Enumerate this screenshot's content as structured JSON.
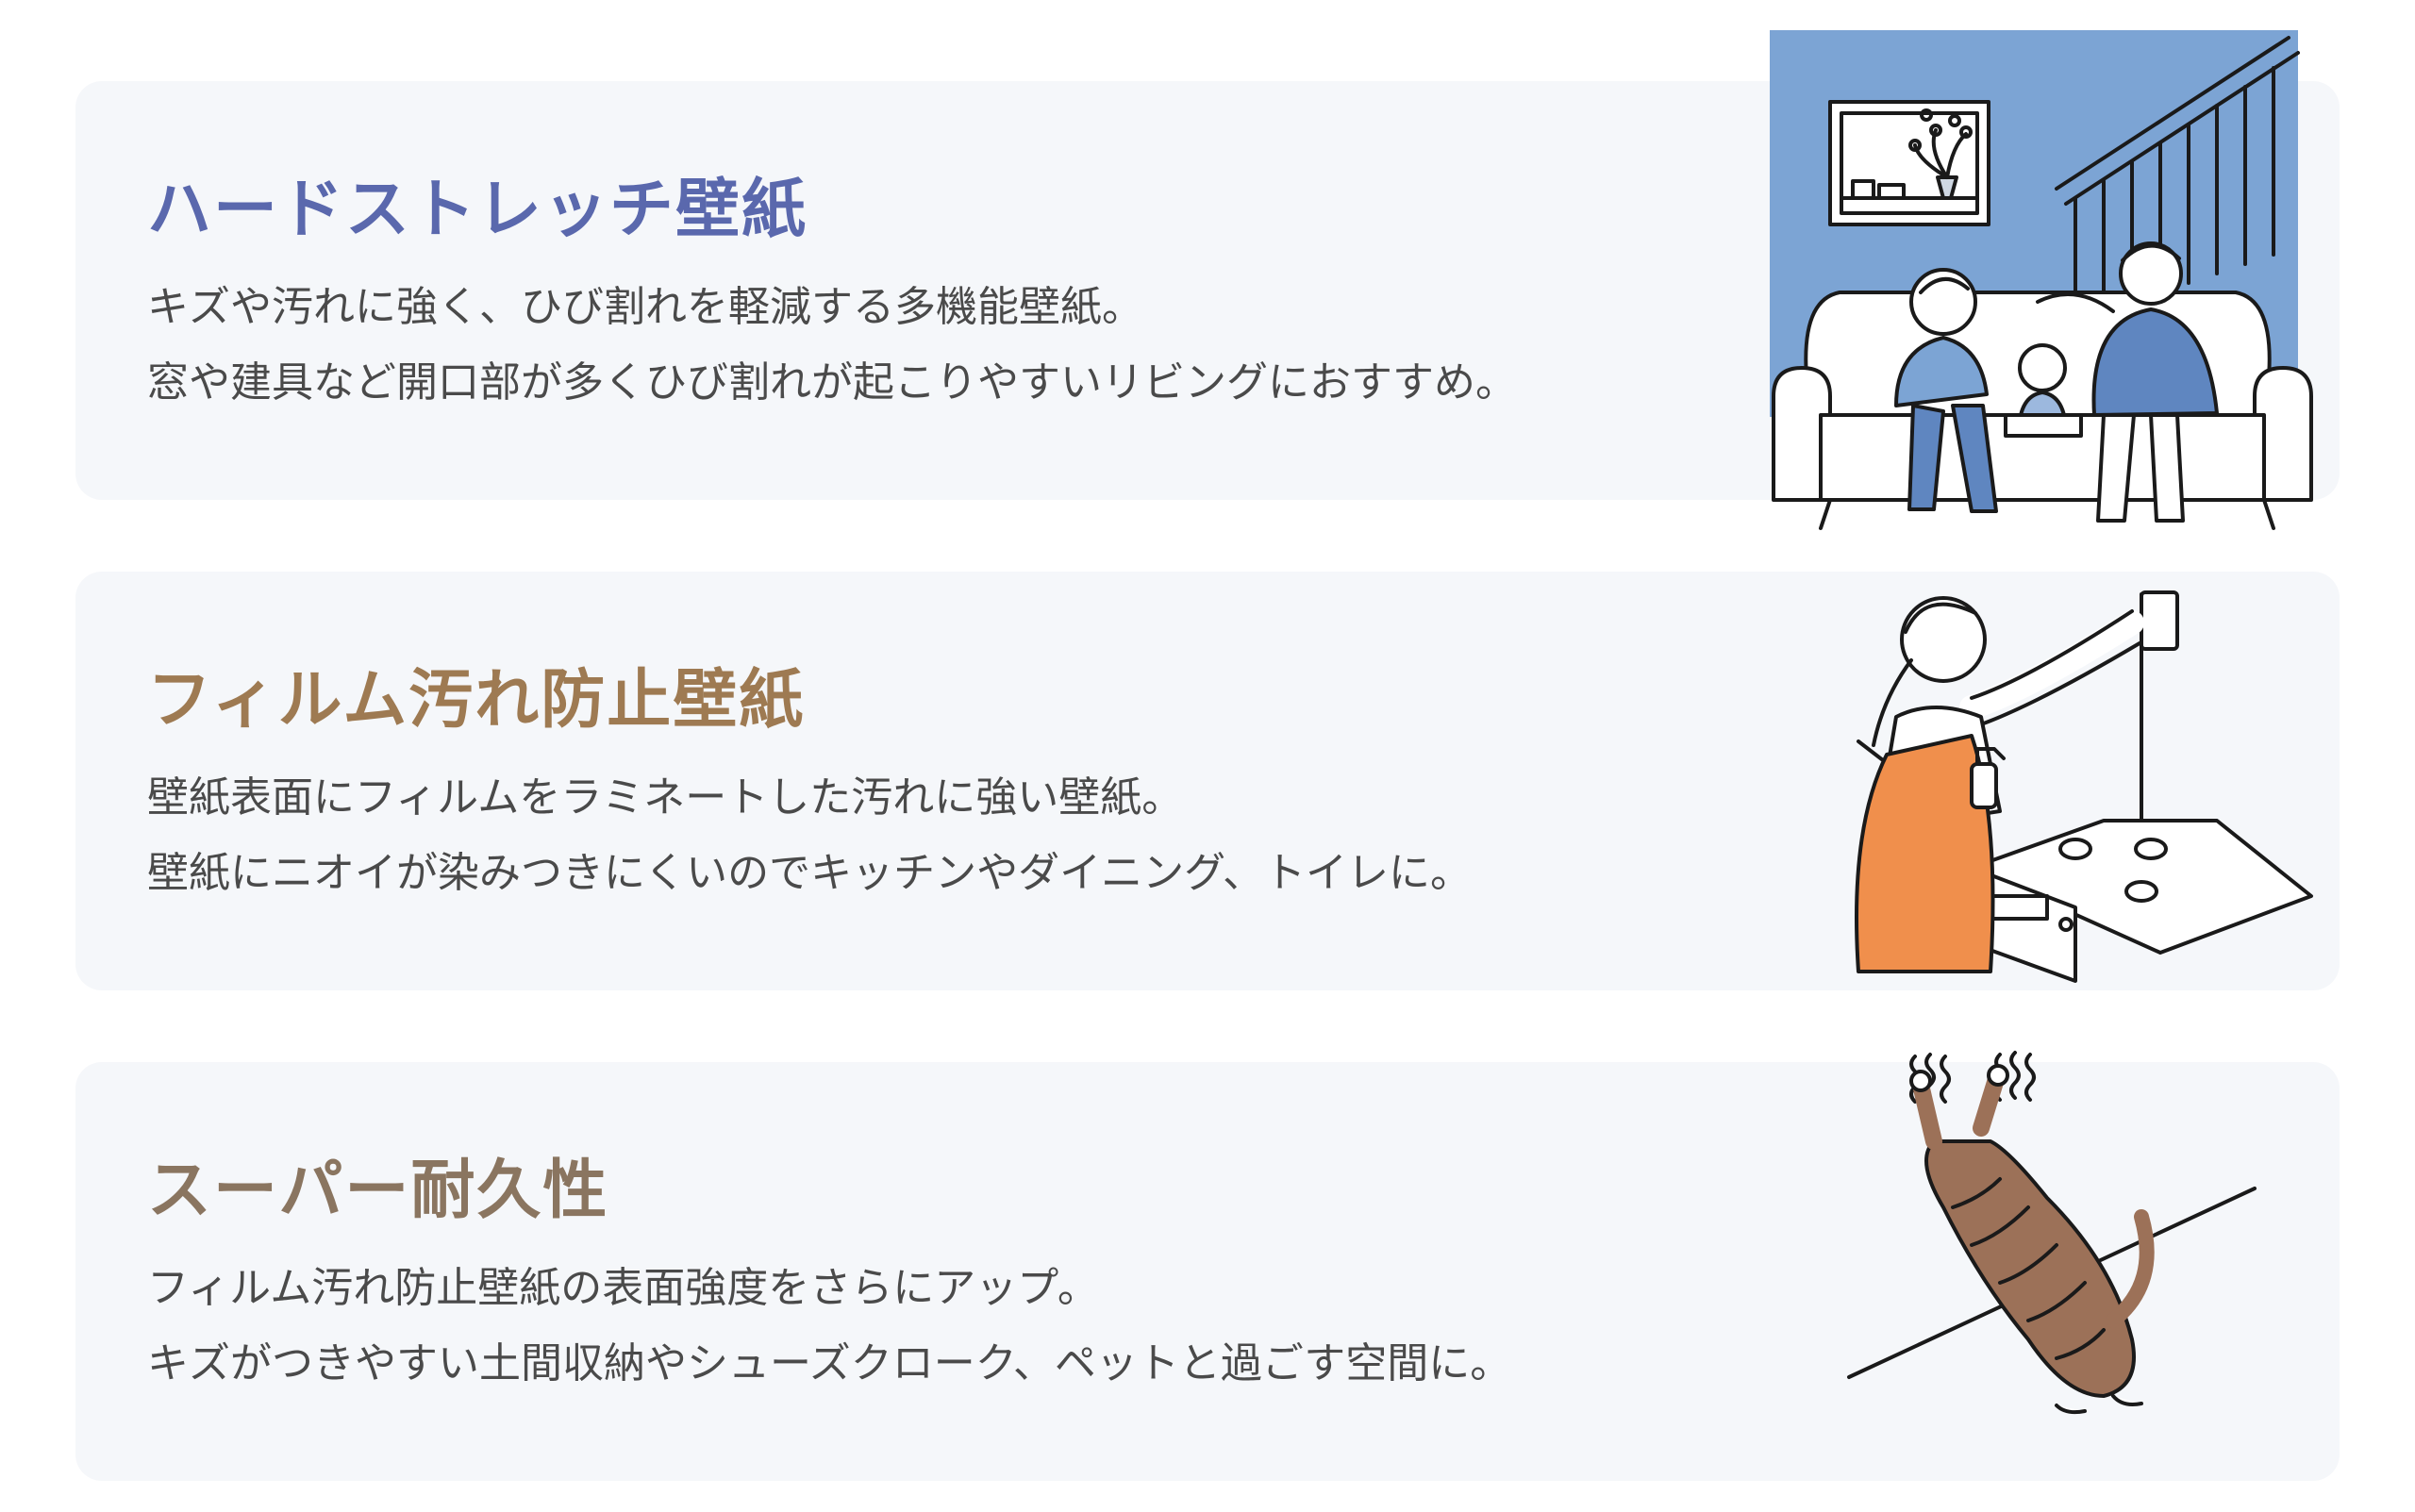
{
  "colors": {
    "card_background": "#f5f7fa",
    "title_blue": "#5a68ad",
    "title_orange": "#9e7a52",
    "title_brown": "#8a7560",
    "body_text": "#4a4a4a",
    "accent_wall_blue": "#7ca4d4",
    "apron_orange": "#f08f4c",
    "cat_brown": "#9c7158"
  },
  "cards": [
    {
      "title": "ハードストレッチ壁紙",
      "lines": [
        "キズや汚れに強く、ひび割れを軽減する多機能壁紙。",
        "窓や建具など開口部が多くひび割れが起こりやすいリビングにおすすめ。"
      ],
      "illustration": "family-on-sofa-illustration"
    },
    {
      "title": "フィルム汚れ防止壁紙",
      "lines": [
        "壁紙表面にフィルムをラミネートした汚れに強い壁紙。",
        "壁紙にニオイが染みつきにくいのでキッチンやダイニング、トイレに。"
      ],
      "illustration": "woman-cleaning-kitchen-illustration"
    },
    {
      "title": "スーパー耐久性",
      "lines": [
        "フィルム汚れ防止壁紙の表面強度をさらにアップ。",
        "キズがつきやすい土間収納やシューズクローク、ペットと過ごす空間に。"
      ],
      "illustration": "cat-scratching-wall-illustration"
    }
  ]
}
